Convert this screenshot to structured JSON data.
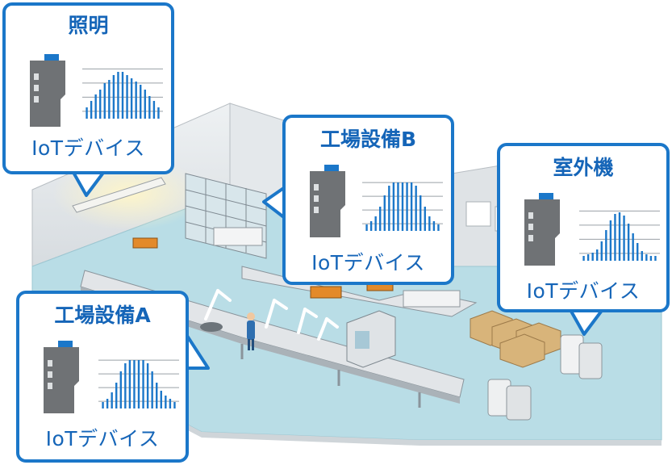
{
  "callouts": {
    "lighting": {
      "title": "照明",
      "device": "IoTデバイス"
    },
    "equipment_b": {
      "title": "工場設備B",
      "device": "IoTデバイス"
    },
    "outdoor_unit": {
      "title": "室外機",
      "device": "IoTデバイス"
    },
    "equipment_a": {
      "title": "工場設備A",
      "device": "IoTデバイス"
    }
  },
  "colors": {
    "accent": "#1b77c9",
    "text": "#1565b8",
    "floor": "#b9dde6",
    "device": "#6f7275"
  },
  "icons": [
    "iot-device-icon",
    "waveform-chart-icon",
    "factory-floor-illustration"
  ]
}
